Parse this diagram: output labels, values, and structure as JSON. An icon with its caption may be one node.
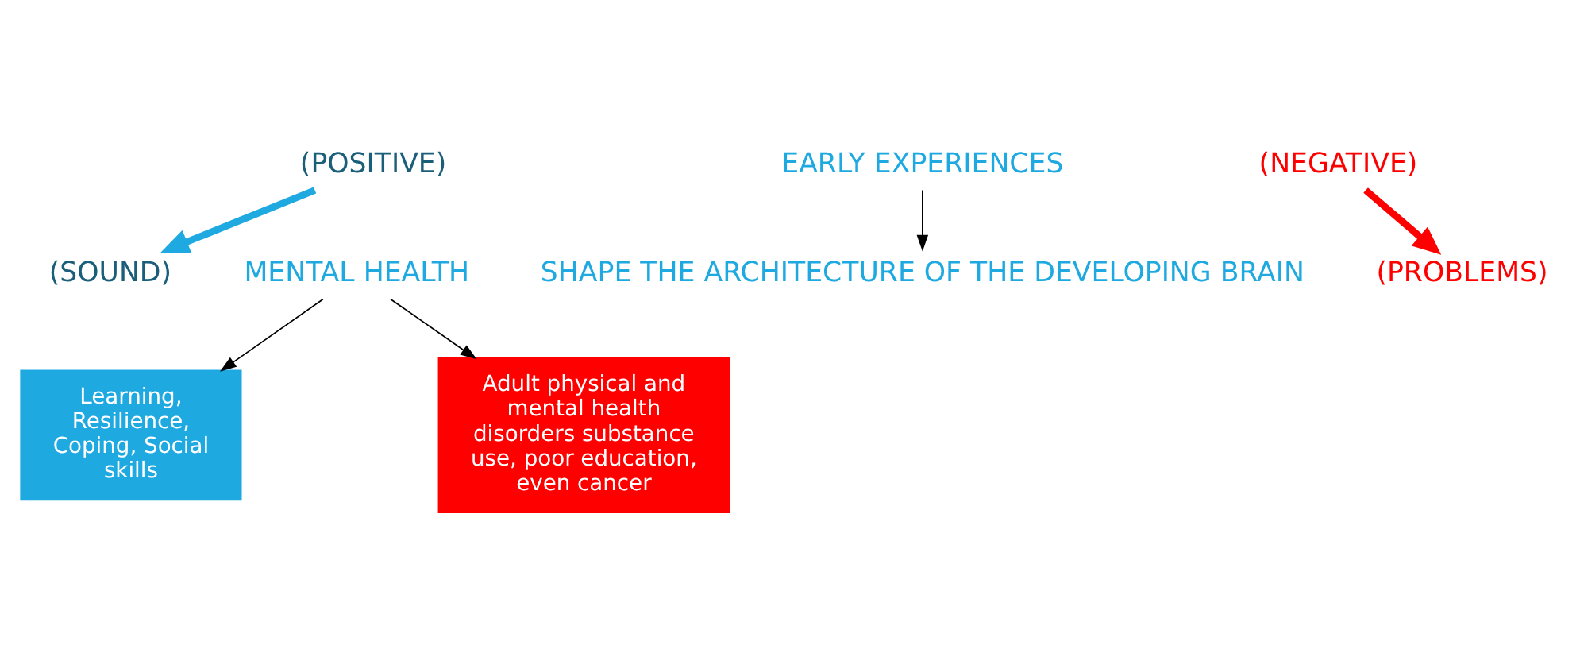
{
  "diagram": {
    "nodes": [
      {
        "text": [
          "(POSITIVE)"
        ]
      },
      {
        "text": [
          "EARLY EXPERIENCES"
        ]
      },
      {
        "text": [
          "(NEGATIVE)"
        ]
      },
      {
        "text": [
          "SHAPE THE ARCHITECTURE OF THE DEVELOPING BRAIN"
        ]
      },
      {
        "text": [
          "(SOUND)"
        ]
      },
      {
        "text": [
          "MENTAL HEALTH"
        ]
      },
      {
        "text": [
          "(PROBLEMS)"
        ]
      },
      {
        "text": [
          "Learning, Resilience, Coping, Social skills"
        ]
      },
      {
        "text": [
          "Adult physical and mental health disorders substance use, poor education, even cancer"
        ]
      }
    ],
    "edges": [
      {
        "from": 1,
        "to": 3,
        "arrow": "to"
      },
      {
        "from": 0,
        "to": 4,
        "arrow": "to",
        "style": "thick",
        "color": "#1fa9e1"
      },
      {
        "from": 2,
        "to": 6,
        "arrow": "to",
        "style": "thick",
        "color": "#ff0000"
      },
      {
        "from": 5,
        "to": 7,
        "arrow": "to"
      },
      {
        "from": 5,
        "to": 8,
        "arrow": "to"
      }
    ]
  }
}
